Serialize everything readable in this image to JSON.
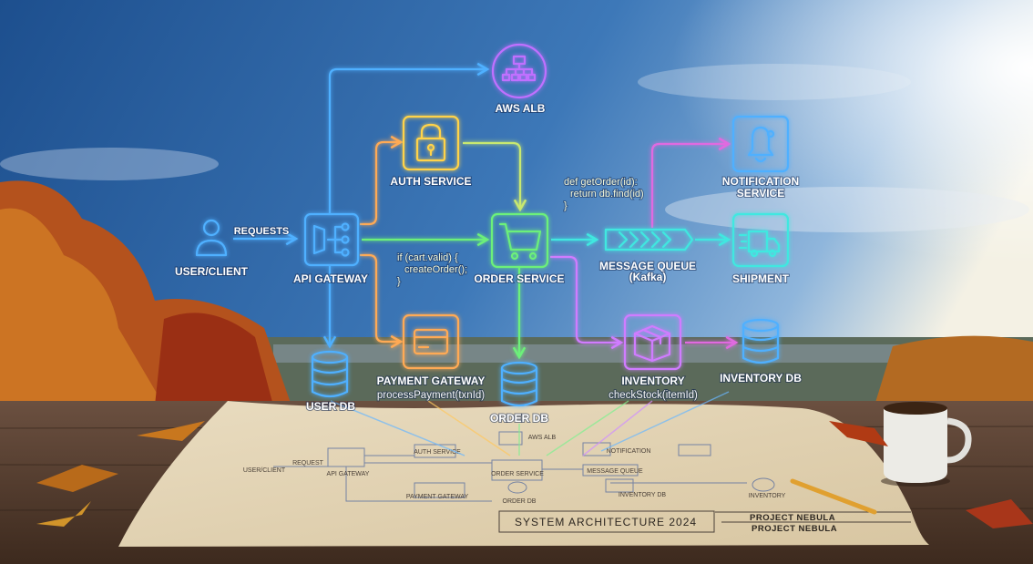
{
  "colors": {
    "blue": "#4fb0ff",
    "yellow": "#ffd34a",
    "orange": "#ffaa55",
    "green": "#6cf07a",
    "cyan": "#3fe8e0",
    "purple": "#d07bff"
  },
  "nodes": {
    "user_client": "USER/CLIENT",
    "requests": "REQUESTS",
    "api_gateway": "API GATEWAY",
    "aws_alb": "AWS ALB",
    "auth_service": "AUTH SERVICE",
    "order_service": "ORDER SERVICE",
    "payment_gateway": "PAYMENT GATEWAY",
    "payment_call": "processPayment(txnId)",
    "user_db": "USER DB",
    "order_db": "ORDER DB",
    "message_queue": "MESSAGE QUEUE",
    "message_queue_sub": "(Kafka)",
    "notification_1": "NOTIFICATION",
    "notification_2": "SERVICE",
    "shipment": "SHIPMENT",
    "inventory": "INVENTORY",
    "inventory_call": "checkStock(itemId)",
    "inventory_db": "INVENTORY DB"
  },
  "code": {
    "cart": [
      "if (cart.valid) {",
      "createOrder();",
      "}"
    ],
    "order": [
      "def getOrder(id):",
      "return db.find(id)",
      "}"
    ]
  },
  "blueprint": {
    "title": "SYSTEM ARCHITECTURE 2024",
    "project_1": "PROJECT NEBULA",
    "project_2": "PROJECT NEBULA",
    "labels": [
      "USER/CLIENT",
      "REQUEST",
      "API GATEWAY",
      "AUTH SERVICE",
      "AWS ALB",
      "ORDER SERVICE",
      "PAYMENT GATEWAY",
      "ORDER DB",
      "NOTIFICATION",
      "MESSAGE QUEUE",
      "INVENTORY DB",
      "INVENTORY"
    ]
  }
}
